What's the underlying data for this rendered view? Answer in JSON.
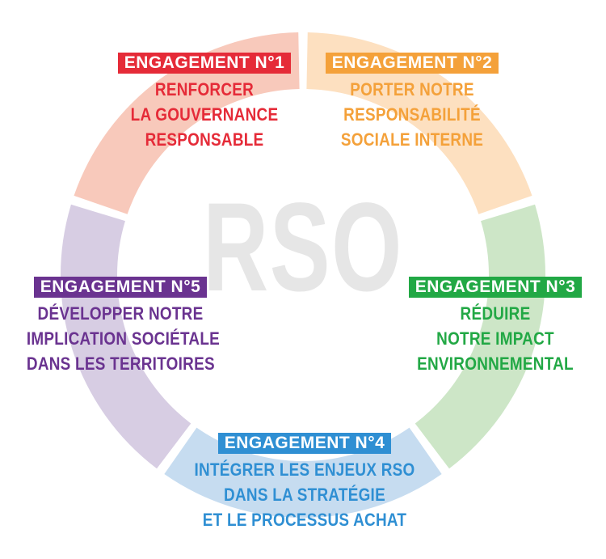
{
  "center_label": "RSO",
  "engagements": [
    {
      "badge": "ENGAGEMENT N°1",
      "lines": [
        "RENFORCER",
        "LA GOUVERNANCE",
        "RESPONSABLE"
      ],
      "badge_color": "#e52b38",
      "text_color": "#e52b38",
      "segment_color": "#f8c9bb"
    },
    {
      "badge": "ENGAGEMENT N°2",
      "lines": [
        "PORTER NOTRE",
        "RESPONSABILITÉ",
        "SOCIALE INTERNE"
      ],
      "badge_color": "#f4a13a",
      "text_color": "#f4a13a",
      "segment_color": "#fde0c0"
    },
    {
      "badge": "ENGAGEMENT N°3",
      "lines": [
        "RÉDUIRE",
        "NOTRE IMPACT",
        "ENVIRONNEMENTAL"
      ],
      "badge_color": "#22a845",
      "text_color": "#22a845",
      "segment_color": "#cde6c7"
    },
    {
      "badge": "ENGAGEMENT N°4",
      "lines": [
        "INTÉGRER LES ENJEUX RSO",
        "DANS LA STRATÉGIE",
        "ET LE PROCESSUS ACHAT"
      ],
      "badge_color": "#2f8fd3",
      "text_color": "#2f8fd3",
      "segment_color": "#c6dcf0"
    },
    {
      "badge": "ENGAGEMENT N°5",
      "lines": [
        "DÉVELOPPER NOTRE",
        "IMPLICATION SOCIÉTALE",
        "DANS LES TERRITOIRES"
      ],
      "badge_color": "#6a3390",
      "text_color": "#6a3390",
      "segment_color": "#d7cde3"
    }
  ]
}
